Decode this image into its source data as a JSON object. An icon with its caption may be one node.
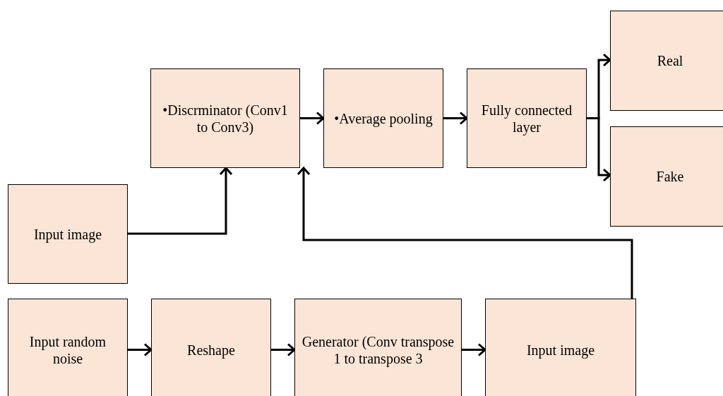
{
  "diagram": {
    "nodes": [
      {
        "text": [
          "•Discrminator (Conv1 to Conv3)"
        ]
      },
      {
        "text": [
          "•Average pooling"
        ]
      },
      {
        "text": [
          "Fully connected layer"
        ]
      },
      {
        "text": [
          "Real"
        ]
      },
      {
        "text": [
          "Fake"
        ]
      },
      {
        "text": [
          "Input image"
        ]
      },
      {
        "text": [
          "Input random noise"
        ]
      },
      {
        "text": [
          "Reshape"
        ]
      },
      {
        "text": [
          "Generator (Conv transpose 1 to transpose 3"
        ]
      },
      {
        "text": [
          "Input image"
        ]
      }
    ],
    "edges": [
      {
        "from": 5,
        "to": 0,
        "arrow": "to"
      },
      {
        "from": 0,
        "to": 1,
        "arrow": "to"
      },
      {
        "from": 1,
        "to": 2,
        "arrow": "to"
      },
      {
        "from": 2,
        "to": 3,
        "arrow": "to"
      },
      {
        "from": 2,
        "to": 4,
        "arrow": "to"
      },
      {
        "from": 6,
        "to": 7,
        "arrow": "to"
      },
      {
        "from": 7,
        "to": 8,
        "arrow": "to"
      },
      {
        "from": 8,
        "to": 9,
        "arrow": "to"
      },
      {
        "from": 9,
        "to": 0,
        "arrow": "to"
      }
    ]
  }
}
